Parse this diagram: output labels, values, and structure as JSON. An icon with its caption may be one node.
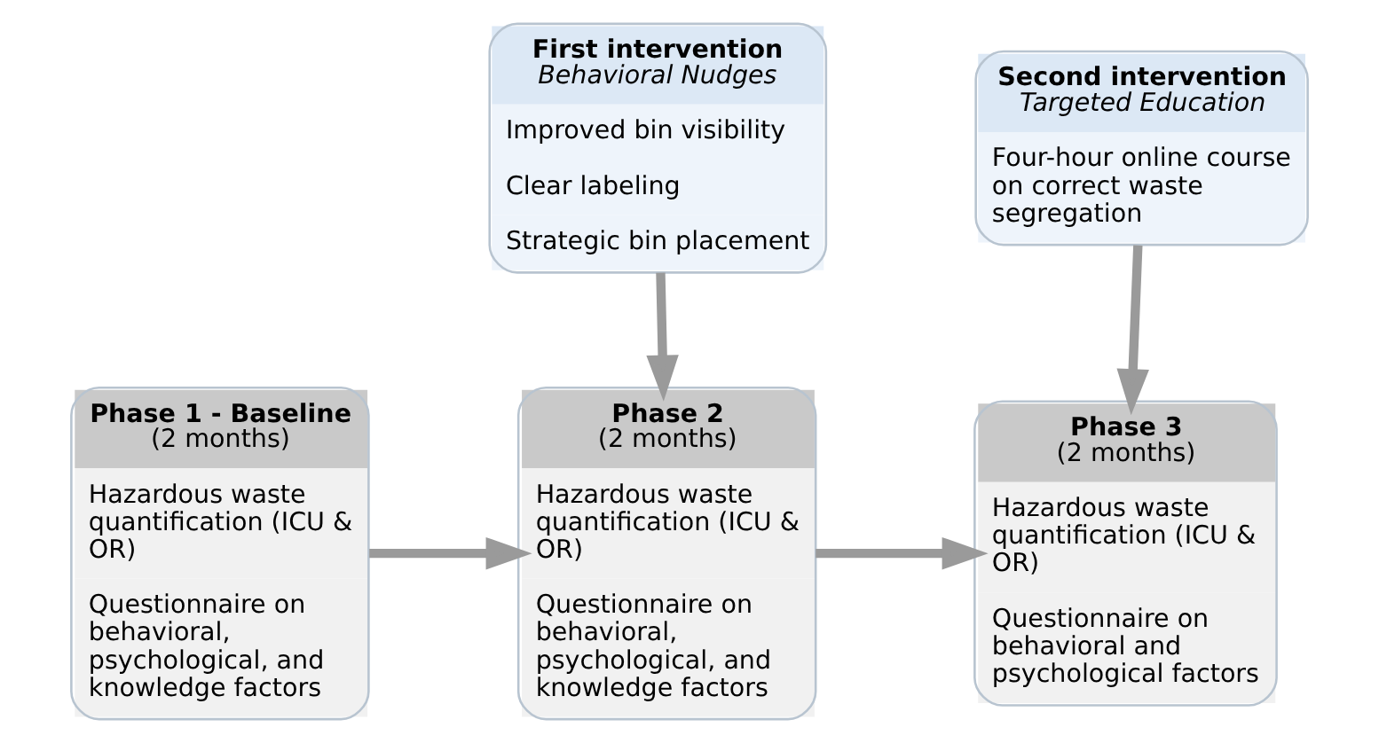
{
  "diagram": {
    "nodes": [
      {
        "text": [
          "First intervention",
          "Behavioral Nudges",
          "Improved bin visibility",
          "Clear labeling",
          "Strategic bin placement"
        ]
      },
      {
        "text": [
          "Second intervention",
          "Targeted Education",
          "Four-hour online course on correct waste segregation"
        ]
      },
      {
        "text": [
          "Phase 1 - Baseline",
          "(2 months)",
          "Hazardous waste quantification (ICU & OR)",
          "Questionnaire on behavioral, psychological, and knowledge factors"
        ]
      },
      {
        "text": [
          "Phase 2",
          "(2 months)",
          "Hazardous waste quantification (ICU & OR)",
          "Questionnaire on behavioral, psychological, and knowledge factors"
        ]
      },
      {
        "text": [
          "Phase 3",
          "(2 months)",
          "Hazardous waste quantification (ICU & OR)",
          "Questionnaire on behavioral and psychological factors"
        ]
      }
    ],
    "edges": [
      {
        "from": 2,
        "to": 3,
        "arrow": "to"
      },
      {
        "from": 0,
        "to": 3,
        "arrow": "to"
      },
      {
        "from": 3,
        "to": 4,
        "arrow": "to"
      },
      {
        "from": 1,
        "to": 4,
        "arrow": "to"
      }
    ]
  }
}
